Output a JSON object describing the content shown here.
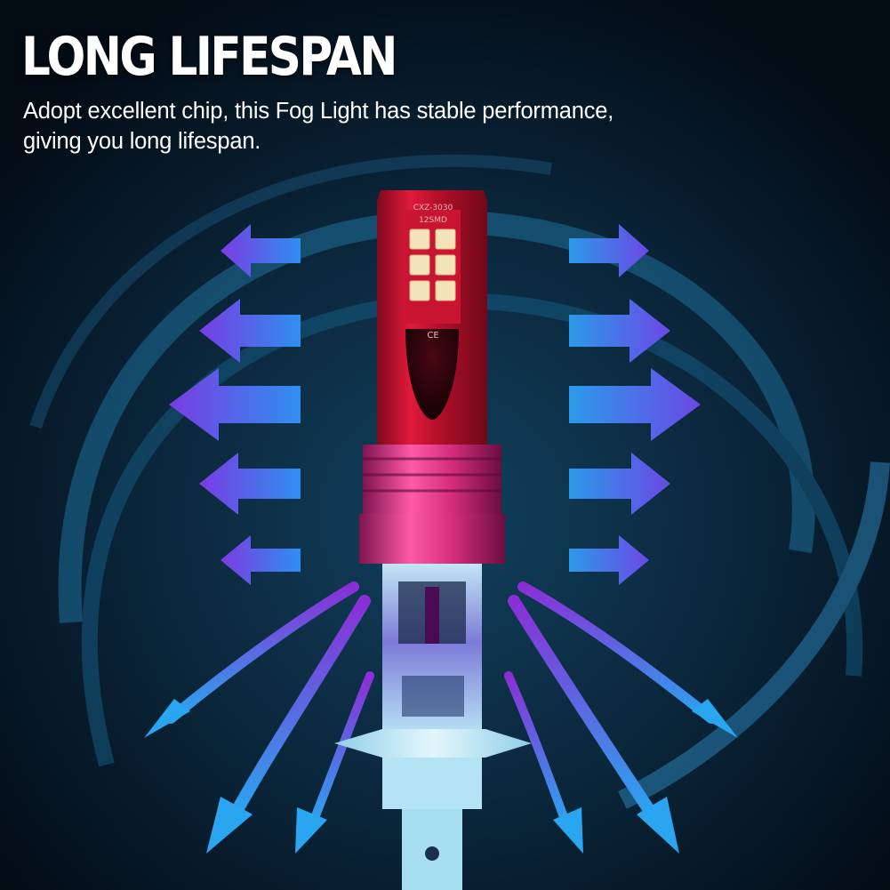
{
  "headline": "LONG LIFESPAN",
  "description": {
    "line1": "Adopt excellent chip, this Fog Light has stable performance,",
    "line2": "giving you long lifespan."
  },
  "chip_markings": {
    "model": "CXZ-3030",
    "smd": "12SMD",
    "ce": "CE"
  },
  "colors": {
    "background": "#04101c",
    "bulb_body": "#c4102c",
    "arrow_purple": "#7b3fe0",
    "arrow_blue": "#1e9fe8",
    "base_metal": "#9fd4ea",
    "led_chip": "#f3e3b8"
  },
  "icons": [
    "arrow-left-icon",
    "arrow-right-icon",
    "curved-arrow-icon"
  ]
}
